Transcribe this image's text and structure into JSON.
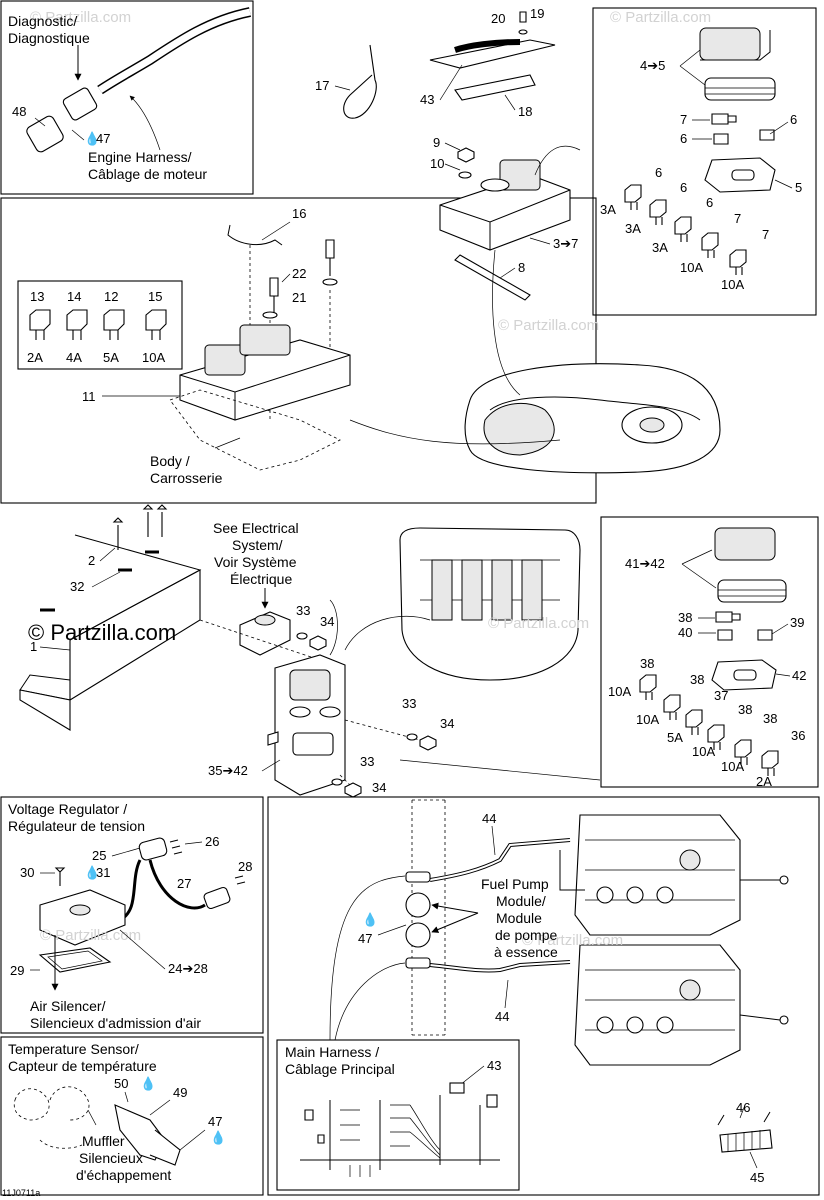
{
  "watermark": "© Partzilla.com",
  "diagram_code": "11J0711a",
  "panels": {
    "diagnostic": {
      "title": [
        "Diagnostic/",
        "Diagnostique"
      ],
      "harness_caption": [
        "Engine Harness/",
        "Câblage de moteur"
      ],
      "callouts": [
        "48",
        "47"
      ]
    },
    "fuse_box_top": {
      "fuses": [
        {
          "id": "13",
          "rating": "2A"
        },
        {
          "id": "14",
          "rating": "4A"
        },
        {
          "id": "12",
          "rating": "5A"
        },
        {
          "id": "15",
          "rating": "10A"
        }
      ],
      "body_caption": [
        "Body /",
        "Carrosserie"
      ],
      "callouts": [
        "16",
        "22",
        "21",
        "11",
        "17",
        "18",
        "19",
        "20",
        "43",
        "9",
        "10",
        "3➔7",
        "8"
      ]
    },
    "fuse_kit_top": {
      "callouts": [
        "4➔5",
        "7",
        "6",
        "6",
        "5",
        "6",
        "3A",
        "6",
        "3A",
        "6",
        "3A",
        "7",
        "10A",
        "7",
        "10A"
      ]
    },
    "middle": {
      "see_electrical": [
        "See Electrical",
        "System/",
        "Voir Système",
        "Électrique"
      ],
      "callouts": [
        "2",
        "32",
        "1",
        "33",
        "34",
        "33",
        "34",
        "33",
        "34",
        "35➔42"
      ]
    },
    "fuse_kit_mid": {
      "callouts": [
        "41➔42",
        "38",
        "39",
        "40",
        "42",
        "38",
        "10A",
        "38",
        "10A",
        "37",
        "5A",
        "38",
        "10A",
        "38",
        "10A",
        "36",
        "2A"
      ]
    },
    "voltage_regulator": {
      "title": [
        "Voltage Regulator /",
        "Régulateur de tension"
      ],
      "silencer_caption": [
        "Air Silencer/",
        "Silencieux d'admission d'air"
      ],
      "callouts": [
        "25",
        "26",
        "30",
        "31",
        "27",
        "28",
        "29",
        "24➔28"
      ]
    },
    "engine": {
      "fuel_pump": [
        "Fuel Pump",
        "Module/",
        "Module",
        "de pompe",
        "à essence"
      ],
      "callouts": [
        "44",
        "47",
        "44"
      ]
    },
    "temperature": {
      "title": [
        "Temperature Sensor/",
        "Capteur de température"
      ],
      "muffler": [
        "Muffler",
        "Silencieux",
        "d'échappement"
      ],
      "callouts": [
        "50",
        "49",
        "47"
      ]
    },
    "main_harness": {
      "title": [
        "Main Harness /",
        "Câblage Principal"
      ],
      "callouts": [
        "43",
        "46",
        "45"
      ]
    }
  }
}
